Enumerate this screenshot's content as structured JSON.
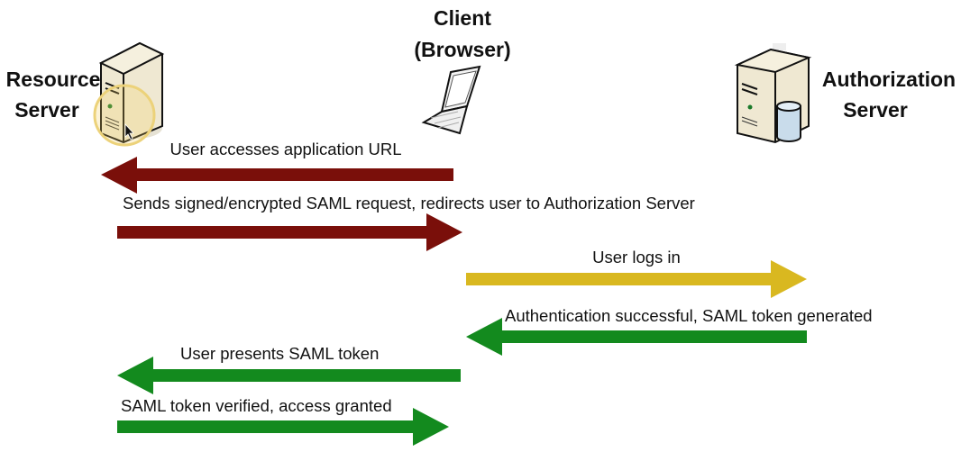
{
  "actors": {
    "client": {
      "line1": "Client",
      "line2": "(Browser)",
      "icon": "laptop-icon"
    },
    "resource": {
      "line1": "Resource",
      "line2": "Server",
      "icon": "server-icon"
    },
    "authorization": {
      "line1": "Authorization",
      "line2": "Server",
      "icon": "server-database-icon"
    }
  },
  "colors": {
    "request": "#7a0f0a",
    "login": "#d9b820",
    "success": "#138a1e"
  },
  "steps": [
    {
      "label": "User accesses application URL",
      "direction": "client-to-resource",
      "color": "#7a0f0a"
    },
    {
      "label": "Sends signed/encrypted SAML request, redirects user to Authorization Server",
      "direction": "resource-to-client",
      "color": "#7a0f0a"
    },
    {
      "label": "User logs in",
      "direction": "client-to-authorization",
      "color": "#d9b820"
    },
    {
      "label": "Authentication successful, SAML token generated",
      "direction": "authorization-to-client",
      "color": "#138a1e"
    },
    {
      "label": "User presents SAML token",
      "direction": "client-to-resource",
      "color": "#138a1e"
    },
    {
      "label": "SAML token verified, access granted",
      "direction": "resource-to-client",
      "color": "#138a1e"
    }
  ]
}
